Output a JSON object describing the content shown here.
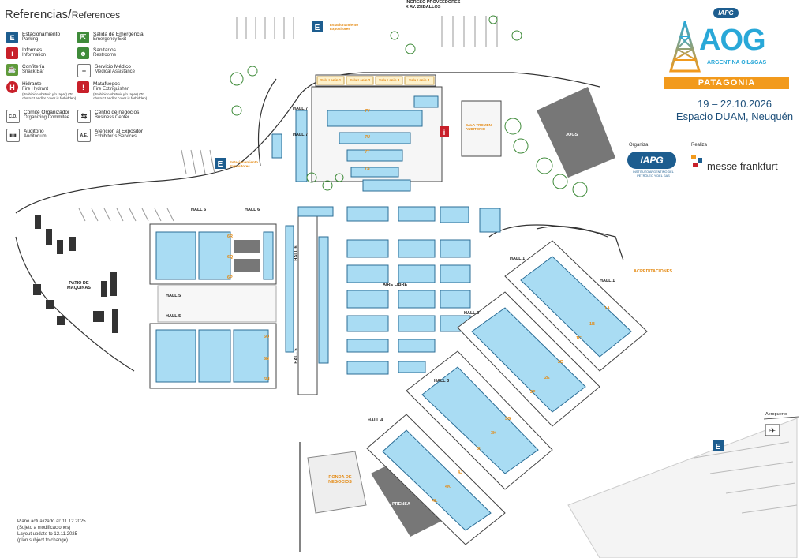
{
  "legend": {
    "title": "Referencias",
    "subtitle": "References",
    "items": [
      {
        "icon": "parking-icon",
        "glyph": "E",
        "style": "blue",
        "label": "Estacionamiento",
        "sub": "Parking"
      },
      {
        "icon": "information-icon",
        "glyph": "i",
        "style": "red",
        "label": "Informes",
        "sub": "Information"
      },
      {
        "icon": "snack-bar-icon",
        "glyph": "☕",
        "style": "green",
        "label": "Confitería",
        "sub": "Snack Bar"
      },
      {
        "icon": "fire-hydrant-icon",
        "glyph": "H",
        "style": "hyd",
        "label": "Hidrante",
        "sub": "Fire Hydrant",
        "note": "(Prohibido obstruir y/o tapar) (To obstruct and/or cover is forbidden)"
      },
      {
        "icon": "organizing-committee-icon",
        "glyph": "C.O.",
        "style": "white",
        "label": "Comité Organizador",
        "sub": "Organizing Commitee"
      },
      {
        "icon": "auditorium-icon",
        "glyph": "▮▮▮",
        "style": "white",
        "label": "Auditorio",
        "sub": "Auditorium"
      },
      {
        "icon": "emergency-exit-icon",
        "glyph": "⇱",
        "style": "green2",
        "label": "Salida de Emergencia",
        "sub": "Emergency Exit"
      },
      {
        "icon": "restrooms-icon",
        "glyph": "☻",
        "style": "green2",
        "label": "Sanitarios",
        "sub": "Restrooms"
      },
      {
        "icon": "medical-assistance-icon",
        "glyph": "+",
        "style": "white",
        "label": "Servicio Médico",
        "sub": "Medical Assistance"
      },
      {
        "icon": "fire-extinguisher-icon",
        "glyph": "!",
        "style": "red",
        "label": "Matafuegos",
        "sub": "Fire Extinguisher",
        "note": "(Prohibido obstruir y/o tapar) (To obstruct and/or cover is forbidden)"
      },
      {
        "icon": "business-center-icon",
        "glyph": "⇆",
        "style": "white",
        "label": "Centro de negocios",
        "sub": "Business Center"
      },
      {
        "icon": "exhibitor-services-icon",
        "glyph": "A.E.",
        "style": "white",
        "label": "Atención al Expositor",
        "sub": "Exhibitor´s Services"
      }
    ]
  },
  "event": {
    "brand": "AOG",
    "brand_sub": "ARGENTINA OIL&GAS",
    "region": "PATAGONIA",
    "dates": "19 – 22.10.2026",
    "venue": "Espacio DUAM, Neuquén",
    "top_badge": "IAPG"
  },
  "organizers": {
    "organiza_label": "Organiza",
    "organiza_name": "IAPG",
    "organiza_full": "INSTITUTO ARGENTINO DEL PETRÓLEO Y DEL GAS",
    "realiza_label": "Realiza",
    "realiza_name": "messe frankfurt"
  },
  "map_labels": {
    "ingreso": "INGRESO PROVEEDORES",
    "ingreso2": "X AV. ZEBALLOS",
    "est_expo_top": "Estacionamiento Expositores",
    "est_expo_mid": "Estacionamiento Expositores",
    "hall7a": "HALL 7",
    "hall7b": "HALL 7",
    "hall6a": "HALL 6",
    "hall6b": "HALL 6",
    "hall6c": "HALL 6",
    "hall5a": "HALL 5",
    "hall5b": "HALL 5",
    "hall5c": "HALL 5",
    "hall1a": "HALL 1",
    "hall1b": "HALL 1",
    "hall2": "HALL 2",
    "hall3": "HALL 3",
    "hall4": "HALL 4",
    "aire_libre": "AIRE LIBRE",
    "patio": "PATIO DE MAQUINAS",
    "sala_tromen": "SALA TROMEN AUDITORIO",
    "jogs": "JOGS",
    "acreditaciones": "ACREDITACIONES",
    "ronda": "RONDA DE NEGOCIOS",
    "prensa": "PRENSA",
    "aeropuerto": "Aeropuerto",
    "sala_lanin": [
      "Sala Lanin 1",
      "Sala Lanin 2",
      "Sala Lanin 3",
      "Sala Lanin 4"
    ]
  },
  "sector_codes": [
    "7V",
    "7U",
    "7T",
    "7S",
    "6R",
    "6Q",
    "6P",
    "5O",
    "5N",
    "5M",
    "1A",
    "1B",
    "1C",
    "2D",
    "2E",
    "2F",
    "3G",
    "3H",
    "3I",
    "4J",
    "4K",
    "4L"
  ],
  "footer_note": {
    "line1": "Plano actualizado al: 11.12.2025",
    "line2": "(Sujeto a modificaciones)",
    "line3": "Layout update to 12.11.2025",
    "line4": "(plan subject to change)"
  },
  "colors": {
    "booth": "#a9dcf3",
    "booth_stroke": "#2b6d96",
    "accent_orange": "#f29a1c",
    "brand_blue": "#29a8d8",
    "parking_blue": "#1d5d8f",
    "grey_building": "#777777"
  }
}
